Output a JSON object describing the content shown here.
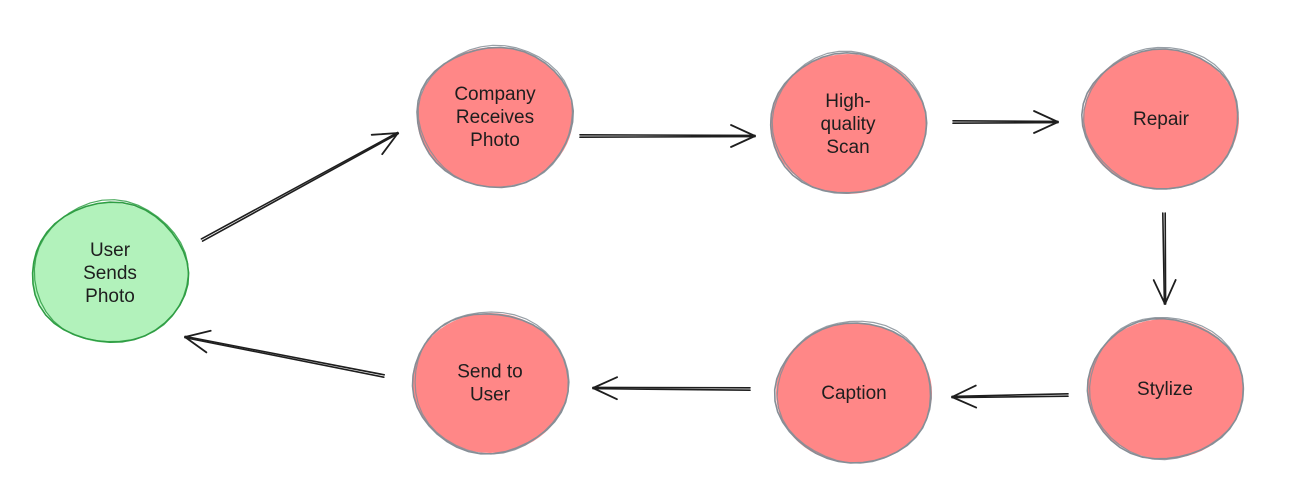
{
  "colors": {
    "start_fill": "#b2f2bb",
    "start_stroke": "#2f9e44",
    "step_fill": "#ff8787",
    "step_stroke": "#868e96",
    "arrow": "#1e1e1e"
  },
  "nodes": [
    {
      "id": "user-sends-photo",
      "label": [
        "User",
        "Sends",
        "Photo"
      ],
      "kind": "start"
    },
    {
      "id": "company-receives-photo",
      "label": [
        "Company",
        "Receives",
        "Photo"
      ],
      "kind": "step"
    },
    {
      "id": "high-quality-scan",
      "label": [
        "High-",
        "quality",
        "Scan"
      ],
      "kind": "step"
    },
    {
      "id": "repair",
      "label": [
        "Repair"
      ],
      "kind": "step"
    },
    {
      "id": "stylize",
      "label": [
        "Stylize"
      ],
      "kind": "step"
    },
    {
      "id": "caption",
      "label": [
        "Caption"
      ],
      "kind": "step"
    },
    {
      "id": "send-to-user",
      "label": [
        "Send to",
        "User"
      ],
      "kind": "step"
    }
  ],
  "edges": [
    {
      "from": "user-sends-photo",
      "to": "company-receives-photo"
    },
    {
      "from": "company-receives-photo",
      "to": "high-quality-scan"
    },
    {
      "from": "high-quality-scan",
      "to": "repair"
    },
    {
      "from": "repair",
      "to": "stylize"
    },
    {
      "from": "stylize",
      "to": "caption"
    },
    {
      "from": "caption",
      "to": "send-to-user"
    },
    {
      "from": "send-to-user",
      "to": "user-sends-photo"
    }
  ]
}
